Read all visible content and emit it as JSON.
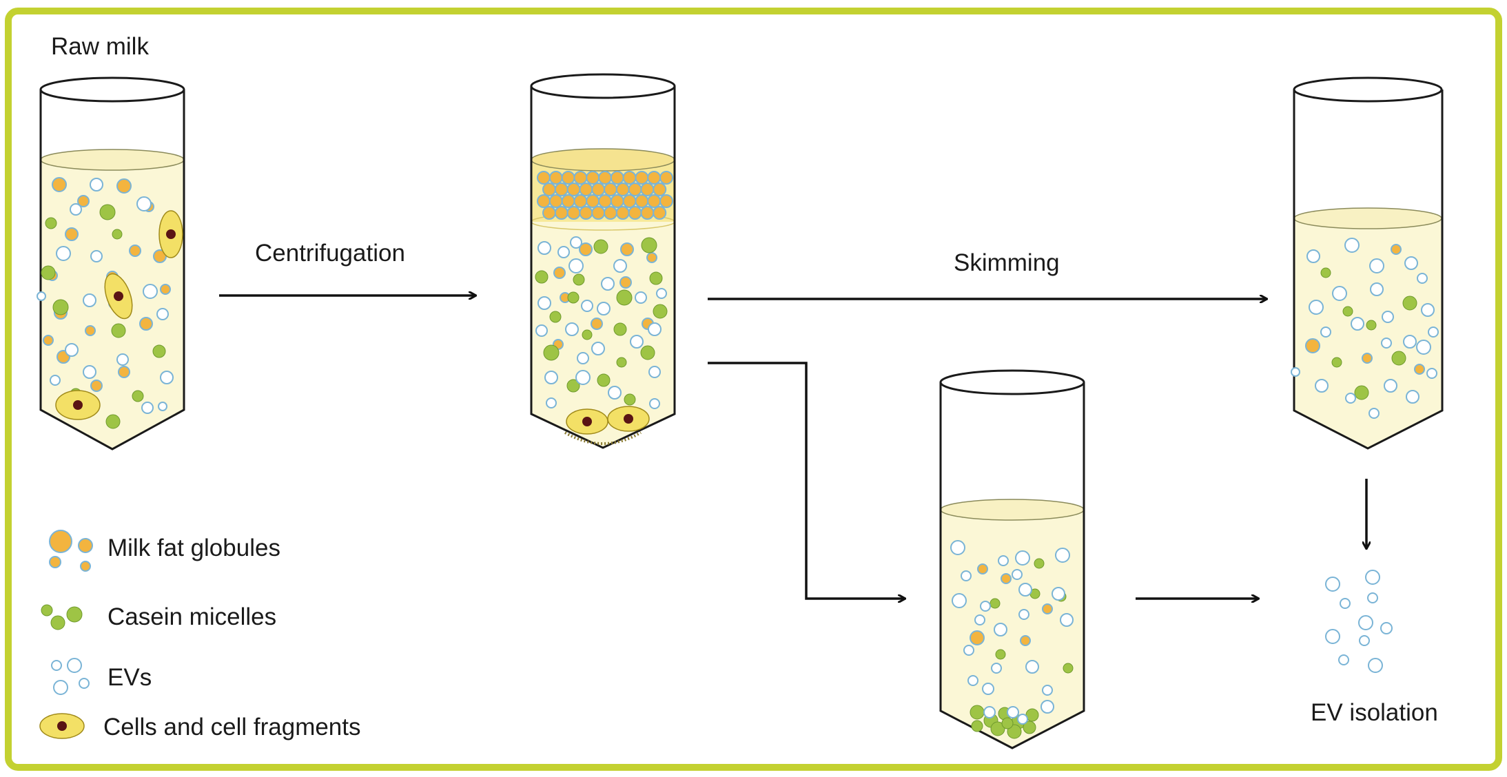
{
  "labels": {
    "raw_milk": "Raw milk",
    "centrifugation": "Centrifugation",
    "skimming": "Skimming",
    "ev_isolation": "EV isolation"
  },
  "legend": [
    {
      "label": "Milk fat globules",
      "symbol": "fat"
    },
    {
      "label": "Casein micelles",
      "symbol": "casein"
    },
    {
      "label": "EVs",
      "symbol": "ev"
    },
    {
      "label": "Cells and cell fragments",
      "symbol": "cell"
    }
  ],
  "colors": {
    "frame_border": "#c3d131",
    "liquid": "#fbf7d6",
    "fat_layer": "#f7e99a",
    "fat_globule": "#f3b43f",
    "casein": "#9ec445",
    "ev_fill": "#ffffff",
    "ev_stroke": "#7ab4d6",
    "cell_fill": "#f3e066",
    "cell_nucleus": "#5a1414",
    "arrow": "#111111"
  },
  "icons": {
    "tubes": "centrifuge-tube-icon",
    "arrows": "arrow-right-icon"
  }
}
